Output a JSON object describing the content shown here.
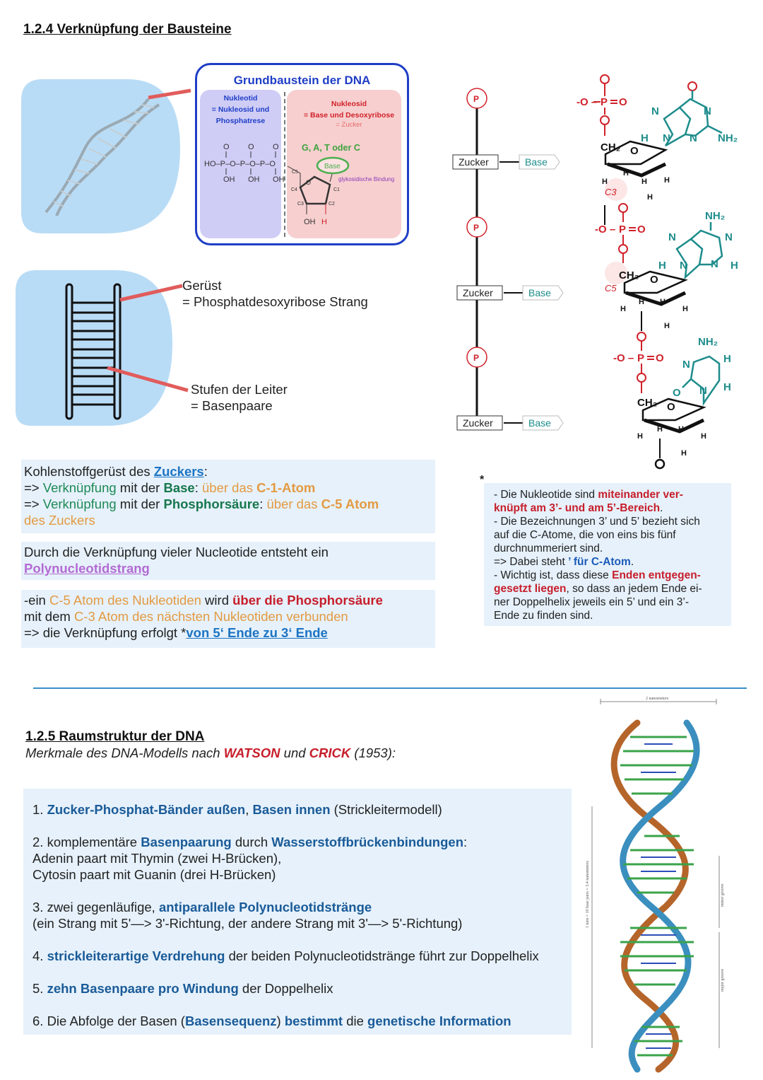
{
  "section1": {
    "title": "1.2.4 Verknüpfung der Bausteine",
    "grundbaustein": {
      "title": "Grundbaustein der DNA",
      "nukleotid_label": "Nukleotid",
      "nukleotid_def1": "= Nukleosid und",
      "nukleotid_def2": "Phosphatrese",
      "nukleosid_label": "Nukleosid",
      "nukleosid_def": "= Base und Desoxyribose",
      "zucker": "= Zucker",
      "bases": "G, A, T oder C",
      "base": "Base",
      "bond": "glykosidische Bindung",
      "phosphate_row": "HO–P–O–P–O–P–O",
      "oh": "OH",
      "h": "H",
      "c5": "C5",
      "c4": "C4",
      "c3": "C3",
      "c2": "C2",
      "c1": "C1",
      "o": "O"
    },
    "ladder": {
      "geruest": "Gerüst",
      "geruest_def": "= Phosphatdesoxyribose Strang",
      "stufen": "Stufen der Leiter",
      "stufen_def": "= Basenpaare"
    },
    "chain": {
      "p": "P",
      "zucker": "Zucker",
      "base": "Base"
    },
    "structure_labels": {
      "c3": "C3",
      "c5": "C5",
      "ch2": "CH₂",
      "nh2": "NH₂"
    },
    "box1": {
      "l1a": "Kohlenstoffgerüst des ",
      "l1b": "Zuckers",
      "l1c": ":",
      "l2a": "=> ",
      "l2b": "Verknüpfung",
      "l2c": " mit der ",
      "l2d": "Base",
      "l2e": ": ",
      "l2f": "über das ",
      "l2g": "C-1-Atom",
      "l3a": "=> ",
      "l3b": "Verknüpfung",
      "l3c": " mit der ",
      "l3d": "Phosphorsäure",
      "l3e": ": ",
      "l3f": "über das ",
      "l3g": "C-5 Atom",
      "l4": "des Zuckers"
    },
    "box2": {
      "l1": "Durch die Verknüpfung vieler Nucleotide entsteht ein",
      "l2": "Polynucleotidstrang"
    },
    "box3": {
      "l1a": "-ein ",
      "l1b": "C-5 Atom des Nukleotiden",
      "l1c": " wird ",
      "l1d": "über die Phosphorsäure",
      "l2a": "mit dem ",
      "l2b": "C-3 Atom des nächsten Nukleotiden verbunden",
      "l3a": "=> die Verknüpfung erfolgt *",
      "l3b": "von 5‘ Ende zu 3‘ Ende"
    },
    "note": {
      "star": "*",
      "n1a": "- Die Nukleotide sind ",
      "n1b": "miteinander ver-",
      "n2": "knüpft am 3’- und am 5’-Bereich",
      "n2b": ".",
      "n3": "- Die Bezeichnungen 3’ und 5’ bezieht sich",
      "n4": "auf die C-Atome, die von eins bis fünf",
      "n5": "durchnummeriert sind.",
      "n6a": "=> Dabei steht ",
      "n6b": "’ für C-Atom",
      "n6c": ".",
      "n7a": "- Wichtig ist, dass diese ",
      "n7b": "Enden entgegen-",
      "n8a": "gesetzt liegen",
      "n8b": ", so dass an jedem Ende ei-",
      "n9": "ner Doppelhelix jeweils ein 5’ und ein 3’-",
      "n10": "Ende zu finden sind."
    }
  },
  "section2": {
    "title": "1.2.5 Raumstruktur der DNA",
    "subtitle_a": "Merkmale des DNA-Modells nach ",
    "watson": "WATSON",
    "und": " und ",
    "crick": "CRICK",
    "year": " (1953):",
    "items": {
      "i1a": "1. ",
      "i1b": "Zucker-Phosphat-Bänder außen",
      "i1c": ", ",
      "i1d": "Basen innen",
      "i1e": " (Strickleitermodell)",
      "i2a": "2. komplementäre ",
      "i2b": "Basenpaarung",
      "i2c": " durch ",
      "i2d": "Wasserstoffbrückenbindungen",
      "i2e": ":",
      "i2f": "Adenin paart mit Thymin (zwei H-Brücken),",
      "i2g": "Cytosin paart mit Guanin (drei H-Brücken)",
      "i3a": "3. zwei gegenläufige, ",
      "i3b": "antiparallele Polynucleotidstränge",
      "i3c": "(ein Strang mit 5'—> 3'-Richtung, der andere Strang mit 3'—> 5'-Richtung)",
      "i4a": "4. ",
      "i4b": "strickleiterartige Verdrehung",
      "i4c": " der beiden Polynucleotidstränge führt zur Doppelhelix",
      "i5a": "5. ",
      "i5b": "zehn Basenpaare pro Windung",
      "i5c": " der Doppelhelix",
      "i6a": "6. Die Abfolge der Basen (",
      "i6b": "Basensequenz",
      "i6c": ") ",
      "i6d": "bestimmt",
      "i6e": " die ",
      "i6f": "genetische Information"
    },
    "helix": {
      "top": "2 nanometers",
      "turn": "1 turn = 10 base pairs = 3.4 nanometers",
      "minor": "minor groove",
      "major": "major groove"
    }
  },
  "colors": {
    "teal": "#1e8c8c",
    "red": "#c71e2b",
    "blue": "#1a5b98",
    "box": "#e6f1fb"
  }
}
